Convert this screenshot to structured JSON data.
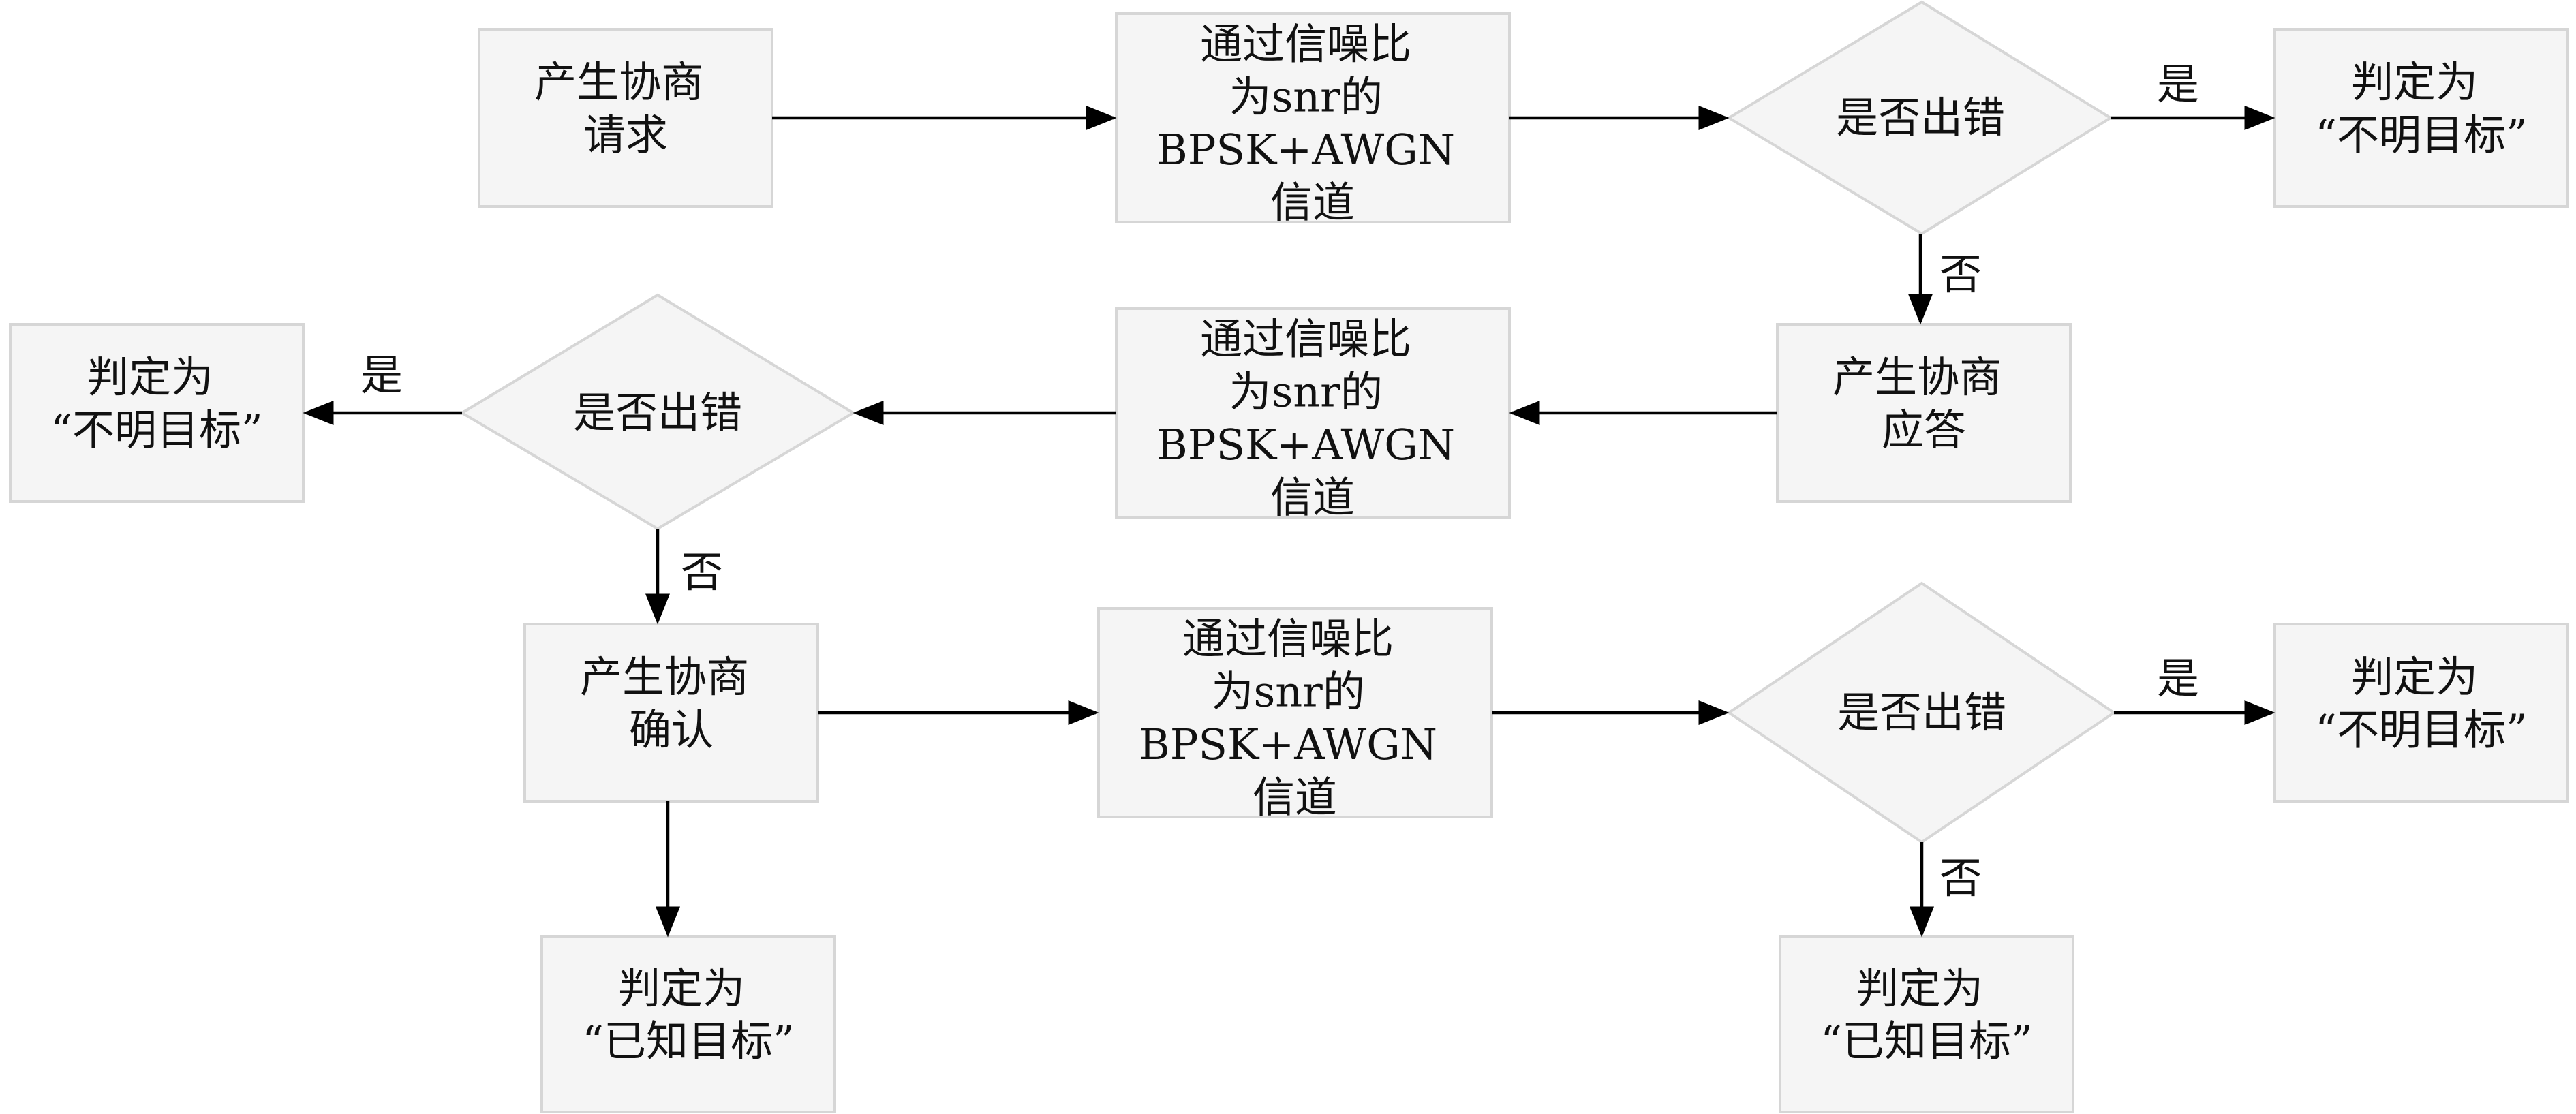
{
  "diagram": {
    "nodes": {
      "req": {
        "lines": [
          "产生协商",
          "请求"
        ]
      },
      "chan1": {
        "lines": [
          "通过信噪比",
          "为snr的",
          "BPSK+AWGN",
          "信道"
        ]
      },
      "err1": {
        "lines": [
          "是否出错"
        ]
      },
      "unknown1": {
        "lines": [
          "判定为",
          "“不明目标”"
        ]
      },
      "resp": {
        "lines": [
          "产生协商",
          "应答"
        ]
      },
      "chan2": {
        "lines": [
          "通过信噪比",
          "为snr的",
          "BPSK+AWGN",
          "信道"
        ]
      },
      "err2": {
        "lines": [
          "是否出错"
        ]
      },
      "unknown2": {
        "lines": [
          "判定为",
          "“不明目标”"
        ]
      },
      "confirm": {
        "lines": [
          "产生协商",
          "确认"
        ]
      },
      "known1": {
        "lines": [
          "判定为",
          "“已知目标”"
        ]
      },
      "chan3": {
        "lines": [
          "通过信噪比",
          "为snr的",
          "BPSK+AWGN",
          "信道"
        ]
      },
      "err3": {
        "lines": [
          "是否出错"
        ]
      },
      "unknown3": {
        "lines": [
          "判定为",
          "“不明目标”"
        ]
      },
      "known2": {
        "lines": [
          "判定为",
          "“已知目标”"
        ]
      }
    },
    "edge_labels": {
      "err1_yes": "是",
      "err1_no": "否",
      "err2_yes": "是",
      "err2_no": "否",
      "err3_yes": "是",
      "err3_no": "否"
    }
  }
}
